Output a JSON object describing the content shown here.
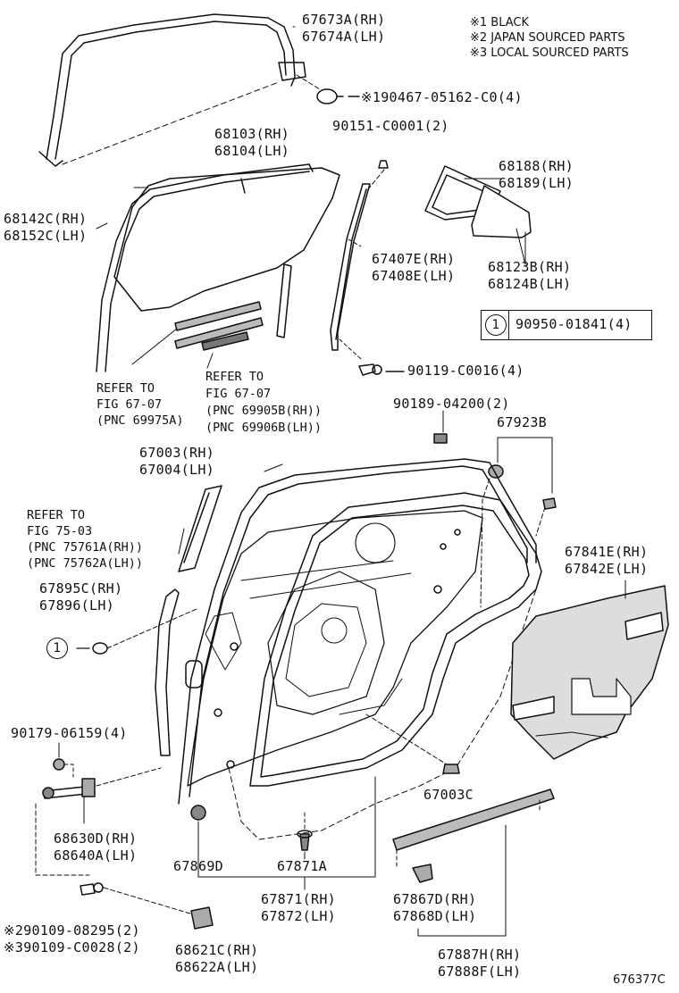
{
  "notes": [
    "※1 BLACK",
    "※2 JAPAN SOURCED PARTS",
    "※3 LOCAL SOURCED PARTS"
  ],
  "parts": {
    "p67673": [
      "67673A(RH)",
      "67674A(LH)"
    ],
    "p90467": "※190467-05162-C0(4)",
    "p90151": "90151-C0001(2)",
    "p68103": [
      "68103(RH)",
      "68104(LH)"
    ],
    "p68188": [
      "68188(RH)",
      "68189(LH)"
    ],
    "p68142": [
      "68142C(RH)",
      "68152C(LH)"
    ],
    "p67407": [
      "67407E(RH)",
      "67408E(LH)"
    ],
    "p68123": [
      "68123B(RH)",
      "68124B(LH)"
    ],
    "p90950_marker": "1",
    "p90950": "90950-01841(4)",
    "p90119": "90119-C0016(4)",
    "ref1": [
      "REFER TO",
      "FIG 67-07",
      "(PNC 69975A)"
    ],
    "ref2": [
      "REFER TO",
      "FIG 67-07",
      "(PNC 69905B(RH))",
      "(PNC 69906B(LH))"
    ],
    "p90189": "90189-04200(2)",
    "p67923": "67923B",
    "p67003": [
      "67003(RH)",
      "67004(LH)"
    ],
    "ref3": [
      "REFER TO",
      "FIG 75-03",
      "(PNC 75761A(RH))",
      "(PNC 75762A(LH))"
    ],
    "p67841": [
      "67841E(RH)",
      "67842E(LH)"
    ],
    "p67895": [
      "67895C(RH)",
      "67896(LH)"
    ],
    "marker1": "1",
    "p90179": "90179-06159(4)",
    "p67003c": "67003C",
    "p68630": [
      "68630D(RH)",
      "68640A(LH)"
    ],
    "p67869": "67869D",
    "p67871a": "67871A",
    "p67871": [
      "67871(RH)",
      "67872(LH)"
    ],
    "p67867": [
      "67867D(RH)",
      "67868D(LH)"
    ],
    "p90109_1": "※290109-08295(2)",
    "p90109_2": "※390109-C0028(2)",
    "p68621": [
      "68621C(RH)",
      "68622A(LH)"
    ],
    "p67887": [
      "67887H(RH)",
      "67888F(LH)"
    ],
    "fig_number": "676377C"
  }
}
